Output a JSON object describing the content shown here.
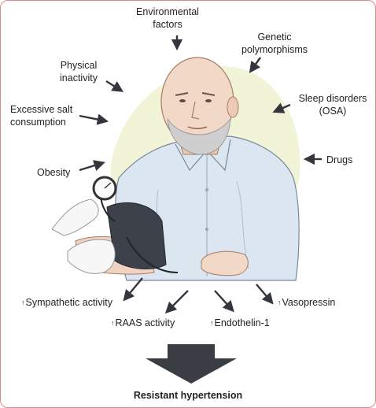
{
  "risk_factors": {
    "environmental": [
      "Environmental",
      "factors"
    ],
    "genetic": [
      "Genetic",
      "polymorphisms"
    ],
    "physical": [
      "Physical",
      "inactivity"
    ],
    "sleep": [
      "Sleep disorders",
      "(OSA)"
    ],
    "salt": [
      "Excessive salt",
      "consumption"
    ],
    "drugs": "Drugs",
    "obesity": "Obesity"
  },
  "mechanisms": {
    "up_arrow_symbol": "↑",
    "sympathetic": "Sympathetic activity",
    "raas": "RAAS activity",
    "endothelin": "Endothelin-1",
    "vasopressin": "Vasopressin"
  },
  "outcome": "Resistant hypertension",
  "colors": {
    "arrow": "#33363d",
    "big_arrow": "#3a3d44",
    "shirt": "#dce6f1",
    "background_blob": "#f1f4d6",
    "frame": "#d98a8a"
  }
}
